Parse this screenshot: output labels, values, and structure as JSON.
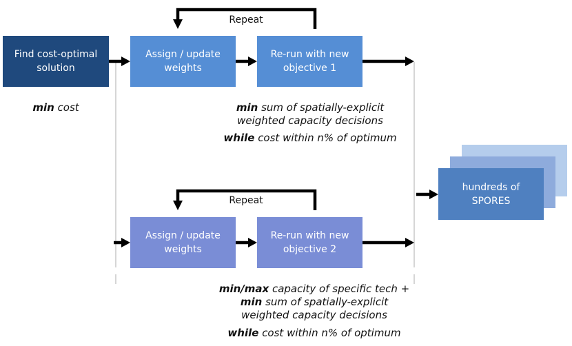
{
  "colors": {
    "start_box": "#1f497d",
    "objective_1_boxes": "#558ed5",
    "objective_2_boxes": "#7a8dd6",
    "spores_front": "#4f80c0",
    "spores_middle": "#8eabdc",
    "spores_back": "#b5cdec",
    "arrows": "#000000",
    "guide_lines": "#c8c8c8"
  },
  "start": {
    "box": [
      "Find cost-optimal",
      "solution"
    ],
    "caption": {
      "keyword": "min",
      "text": "cost"
    }
  },
  "branch_1": {
    "assign_box": [
      "Assign / update",
      "weights"
    ],
    "rerun_box": [
      "Re-run with new",
      "objective 1"
    ],
    "repeat_label": "Repeat",
    "caption": {
      "line_1": {
        "keyword": "min",
        "text": "sum of spatially-explicit"
      },
      "line_2": {
        "text": "weighted capacity decisions"
      },
      "line_3": {
        "keyword": "while",
        "text": "cost within n% of optimum"
      }
    }
  },
  "branch_2": {
    "assign_box": [
      "Assign / update",
      "weights"
    ],
    "rerun_box": [
      "Re-run with new",
      "objective 2"
    ],
    "repeat_label": "Repeat",
    "caption": {
      "line_1": {
        "keyword": "min/max",
        "text": "capacity of specific tech +"
      },
      "line_2": {
        "keyword": "min",
        "text": "sum of spatially-explicit"
      },
      "line_3": {
        "text": "weighted capacity decisions"
      },
      "line_4": {
        "keyword": "while",
        "text": "cost within n% of optimum"
      }
    }
  },
  "result": {
    "box": [
      "hundreds of",
      "SPORES"
    ]
  }
}
